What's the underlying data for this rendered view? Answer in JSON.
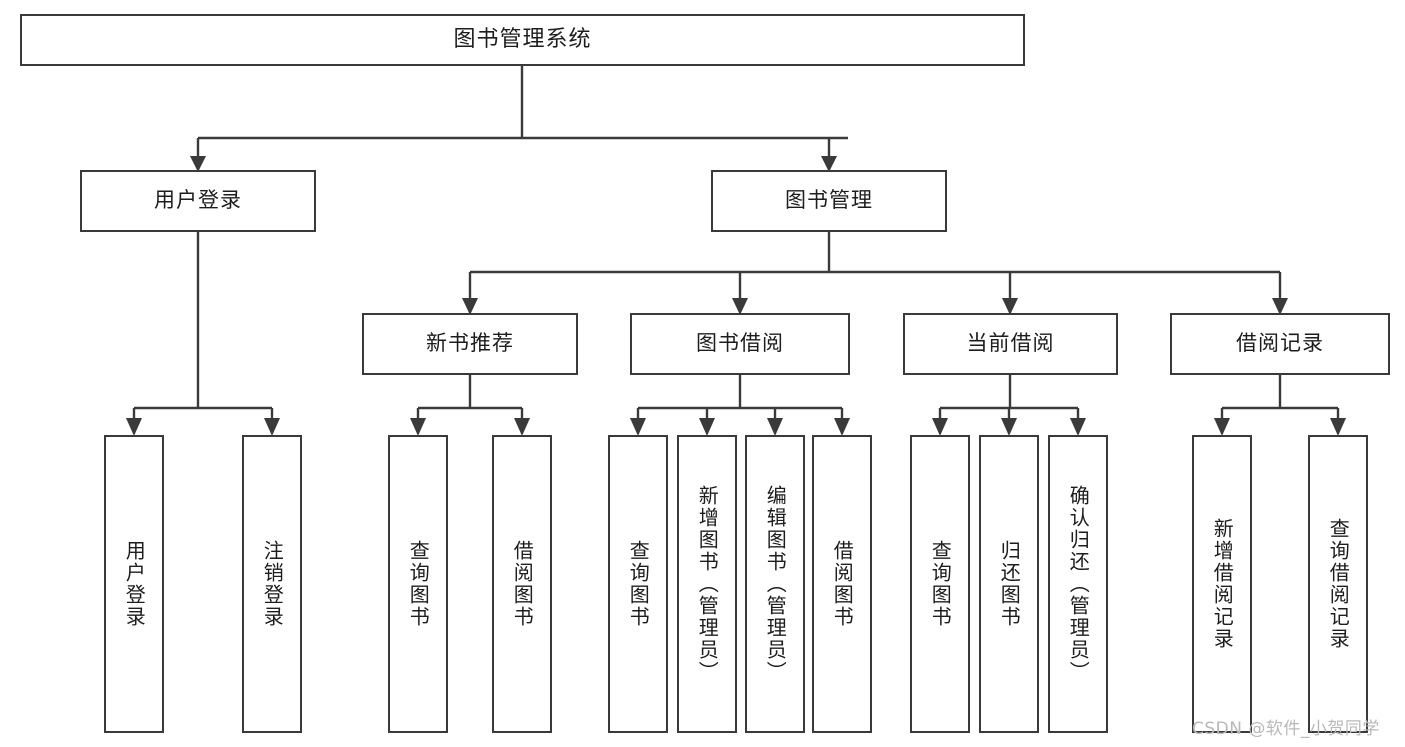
{
  "diagram": {
    "title": "图书管理系统",
    "type": "tree",
    "watermark": "CSDN @软件_小贺同学",
    "colors": {
      "box_border": "#3a3a3a",
      "box_fill": "#ffffff",
      "connector": "#3a3a3a",
      "text": "#1d1d1d",
      "watermark": "#b9b9b9"
    },
    "root": {
      "label": "图书管理系统"
    },
    "level2": [
      {
        "id": "user-login",
        "label": "用户登录"
      },
      {
        "id": "book-management",
        "label": "图书管理"
      }
    ],
    "level3": [
      {
        "id": "new-book-recommend",
        "label": "新书推荐",
        "parent": "book-management"
      },
      {
        "id": "book-borrow",
        "label": "图书借阅",
        "parent": "book-management"
      },
      {
        "id": "current-borrow",
        "label": "当前借阅",
        "parent": "book-management"
      },
      {
        "id": "borrow-record",
        "label": "借阅记录",
        "parent": "book-management"
      }
    ],
    "leaves": [
      {
        "id": "leaf-user-login",
        "label": "用户登录",
        "parent": "user-login"
      },
      {
        "id": "leaf-logout-login",
        "label": "注销登录",
        "parent": "user-login"
      },
      {
        "id": "leaf-query-book-1",
        "label": "查询图书",
        "parent": "new-book-recommend"
      },
      {
        "id": "leaf-borrow-book-1",
        "label": "借阅图书",
        "parent": "new-book-recommend"
      },
      {
        "id": "leaf-query-book-2",
        "label": "查询图书",
        "parent": "book-borrow"
      },
      {
        "id": "leaf-add-book",
        "label": "新增图书（管理员）",
        "parent": "book-borrow"
      },
      {
        "id": "leaf-edit-book",
        "label": "编辑图书（管理员）",
        "parent": "book-borrow"
      },
      {
        "id": "leaf-borrow-book-2",
        "label": "借阅图书",
        "parent": "book-borrow"
      },
      {
        "id": "leaf-query-book-3",
        "label": "查询图书",
        "parent": "current-borrow"
      },
      {
        "id": "leaf-return-book",
        "label": "归还图书",
        "parent": "current-borrow"
      },
      {
        "id": "leaf-confirm-return",
        "label": "确认归还（管理员）",
        "parent": "current-borrow"
      },
      {
        "id": "leaf-add-record",
        "label": "新增借阅记录",
        "parent": "borrow-record"
      },
      {
        "id": "leaf-query-record",
        "label": "查询借阅记录",
        "parent": "borrow-record"
      }
    ]
  }
}
